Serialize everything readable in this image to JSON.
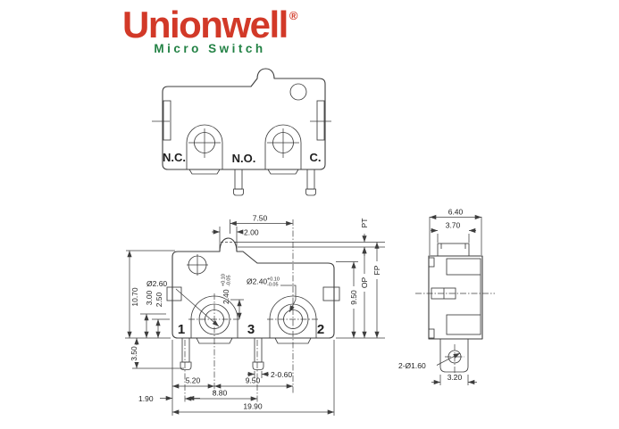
{
  "brand": {
    "name": "Unionwell",
    "registered": "®",
    "tagline": "Micro Switch"
  },
  "colors": {
    "brand_red": "#d23928",
    "brand_green": "#238245",
    "line_color": "#3d3d3d"
  },
  "front_view": {
    "nc": "N.C.",
    "no": "N.O.",
    "c": "C."
  },
  "dim_view": {
    "d7_50": "7.50",
    "d2_00": "2.00",
    "d10_70": "10.70",
    "d3_00": "3.00",
    "d2_50": "2.50",
    "d3_50": "3.50",
    "d1_90": "1.90",
    "d5_20": "5.20",
    "d9_50_bottom": "9.50",
    "d8_80": "8.80",
    "d19_90": "19.90",
    "d2_0_60": "2-0.60",
    "pt": "PT",
    "fp": "FP",
    "op": "OP",
    "d9_50_right": "9.50",
    "hole_left_dia": "Ø2.60",
    "slot_val": "2.40",
    "slot_tol_plus": "+0.10",
    "slot_tol_minus": "-0.05",
    "hole_right_dia": "Ø2.40",
    "hole_right_tol_plus": "+0.10",
    "hole_right_tol_minus": "-0.05",
    "t1": "1",
    "t3": "3",
    "t2": "2"
  },
  "side_view": {
    "d6_40": "6.40",
    "d3_70": "3.70",
    "d3_20": "3.20",
    "hole_dia": "2-Ø1.60"
  }
}
